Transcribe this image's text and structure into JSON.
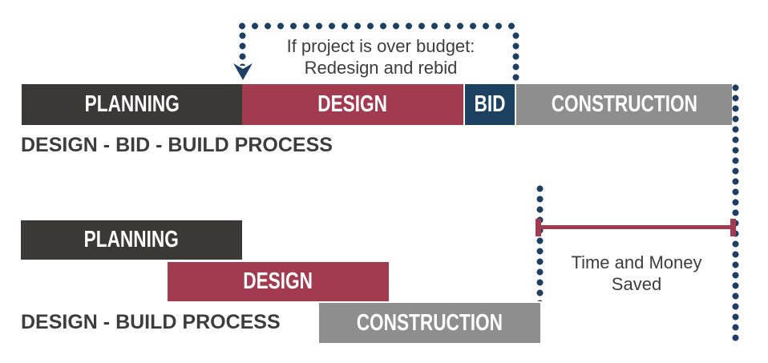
{
  "colors": {
    "charcoal": "#3A3936",
    "maroon": "#A23B50",
    "navy_bar": "#1D4161",
    "gray": "#8E8E8E",
    "dot_navy": "#1E3F63",
    "text_dark": "#3D3D3D"
  },
  "top_process": {
    "label": "DESIGN - BID - BUILD PROCESS",
    "bars": [
      {
        "label": "PLANNING",
        "color": "#3A3936"
      },
      {
        "label": "DESIGN",
        "color": "#A23B50"
      },
      {
        "label": "BID",
        "color": "#1D4161"
      },
      {
        "label": "CONSTRUCTION",
        "color": "#8E8E8E"
      }
    ],
    "callout": {
      "line1": "If project is over budget:",
      "line2": "Redesign and rebid"
    }
  },
  "bottom_process": {
    "label": "DESIGN - BUILD PROCESS",
    "bars": [
      {
        "label": "PLANNING",
        "color": "#3A3936"
      },
      {
        "label": "DESIGN",
        "color": "#A23B50"
      },
      {
        "label": "CONSTRUCTION",
        "color": "#8E8E8E"
      }
    ],
    "savings": {
      "line1": "Time and Money",
      "line2": "Saved"
    }
  }
}
